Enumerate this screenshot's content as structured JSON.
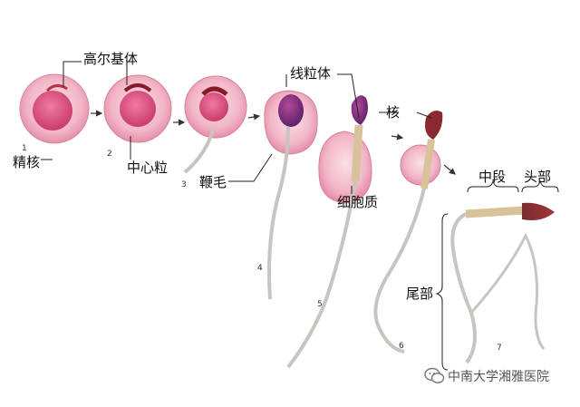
{
  "labels": {
    "golgi": "高尔基体",
    "nucleus_early": "精核",
    "centriole": "中心粒",
    "flagellum": "鞭毛",
    "mitochondria": "线粒体",
    "nucleus": "核",
    "cytoplasm": "细胞质",
    "midpiece": "中段",
    "head": "头部",
    "tail": "尾部"
  },
  "stages": [
    "1",
    "2",
    "3",
    "4",
    "5",
    "6",
    "7"
  ],
  "watermark": "中南大学湘雅医院",
  "colors": {
    "cell_pink": "#f2b6c6",
    "nucleus_magenta": "#d9507e",
    "acrosome_red": "#8a1a2a",
    "head_purple": "#6a2a7a",
    "tail_gray": "#b8b4b0",
    "midpiece_tan": "#d8c29a"
  }
}
